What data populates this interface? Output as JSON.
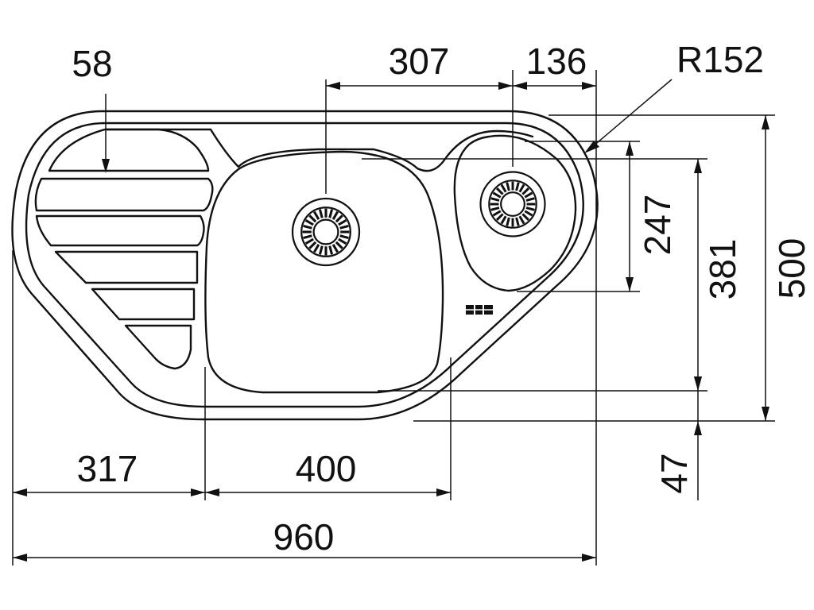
{
  "drawing": {
    "colors": {
      "line": "#111111",
      "background": "#ffffff"
    },
    "dimensions": {
      "drainer_groove": "58",
      "main_drain_offset": "307",
      "small_drain_offset": "136",
      "corner_radius": "R152",
      "small_bowl_depth": "247",
      "main_bowl_depth": "381",
      "overall_depth": "500",
      "rear_margin": "47",
      "drainer_width": "317",
      "main_bowl_width": "400",
      "overall_width": "960"
    }
  }
}
